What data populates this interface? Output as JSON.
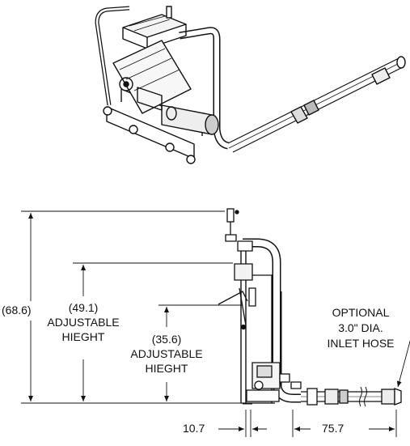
{
  "dimensions": {
    "overall_height": "(68.6)",
    "adjustable_height_1": {
      "value": "(49.1)",
      "line1": "ADJUSTABLE",
      "line2": "HIEGHT"
    },
    "adjustable_height_2": {
      "value": "(35.6)",
      "line1": "ADJUSTABLE",
      "line2": "HIEGHT"
    },
    "front_offset": "10.7",
    "hose_length": "75.7"
  },
  "callout": {
    "line1": "OPTIONAL",
    "line2": "3.0\" DIA.",
    "line3": "INLET HOSE"
  },
  "colors": {
    "ink": "#111111",
    "background": "#ffffff"
  }
}
